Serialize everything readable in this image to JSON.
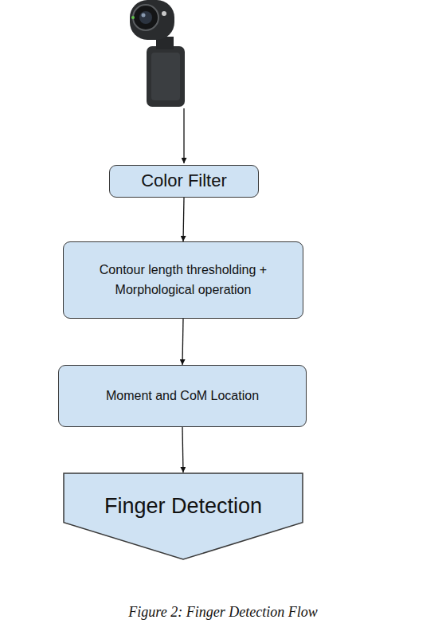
{
  "diagram": {
    "caption": "Figure 2: Finger Detection Flow",
    "nodes": [
      {
        "text": [
          "Color Filter"
        ]
      },
      {
        "text": [
          "Contour length thresholding + Morphological operation"
        ]
      },
      {
        "text": [
          "Moment and CoM Location"
        ]
      },
      {
        "text": [
          "Finger Detection"
        ]
      }
    ],
    "edges": [
      {
        "from": 0,
        "to": 1,
        "arrow": "to"
      },
      {
        "from": 1,
        "to": 2,
        "arrow": "to"
      },
      {
        "from": 2,
        "to": 3,
        "arrow": "to"
      }
    ]
  }
}
